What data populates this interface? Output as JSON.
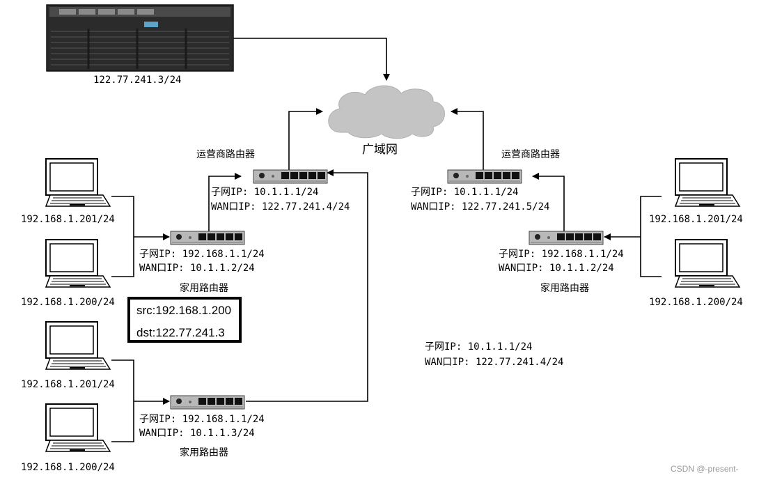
{
  "server": {
    "ip": "122.77.241.3/24"
  },
  "wan": {
    "label": "广域网"
  },
  "left_isp_router": {
    "title": "运营商路由器",
    "subnet": "子网IP: 10.1.1.1/24",
    "wan": "WAN口IP: 122.77.241.4/24"
  },
  "right_isp_router": {
    "title": "运营商路由器",
    "subnet": "子网IP: 10.1.1.1/24",
    "wan": "WAN口IP: 122.77.241.5/24"
  },
  "left_home_router_1": {
    "title": "家用路由器",
    "subnet": "子网IP: 192.168.1.1/24",
    "wan": "WAN口IP: 10.1.1.2/24"
  },
  "left_home_router_2": {
    "title": "家用路由器",
    "subnet": "子网IP: 192.168.1.1/24",
    "wan": "WAN口IP: 10.1.1.3/24"
  },
  "right_home_router": {
    "title": "家用路由器",
    "subnet": "子网IP: 192.168.1.1/24",
    "wan": "WAN口IP: 10.1.1.2/24"
  },
  "packet": {
    "src": "src:192.168.1.200",
    "dst": "dst:122.77.241.3"
  },
  "note": {
    "subnet": "子网IP: 10.1.1.1/24",
    "wan": "WAN口IP: 122.77.241.4/24"
  },
  "pcs": {
    "left_top_1": "192.168.1.201/24",
    "left_top_2": "192.168.1.200/24",
    "left_bottom_1": "192.168.1.201/24",
    "left_bottom_2": "192.168.1.200/24",
    "right_1": "192.168.1.201/24",
    "right_2": "192.168.1.200/24"
  },
  "watermark": "CSDN @-present-"
}
